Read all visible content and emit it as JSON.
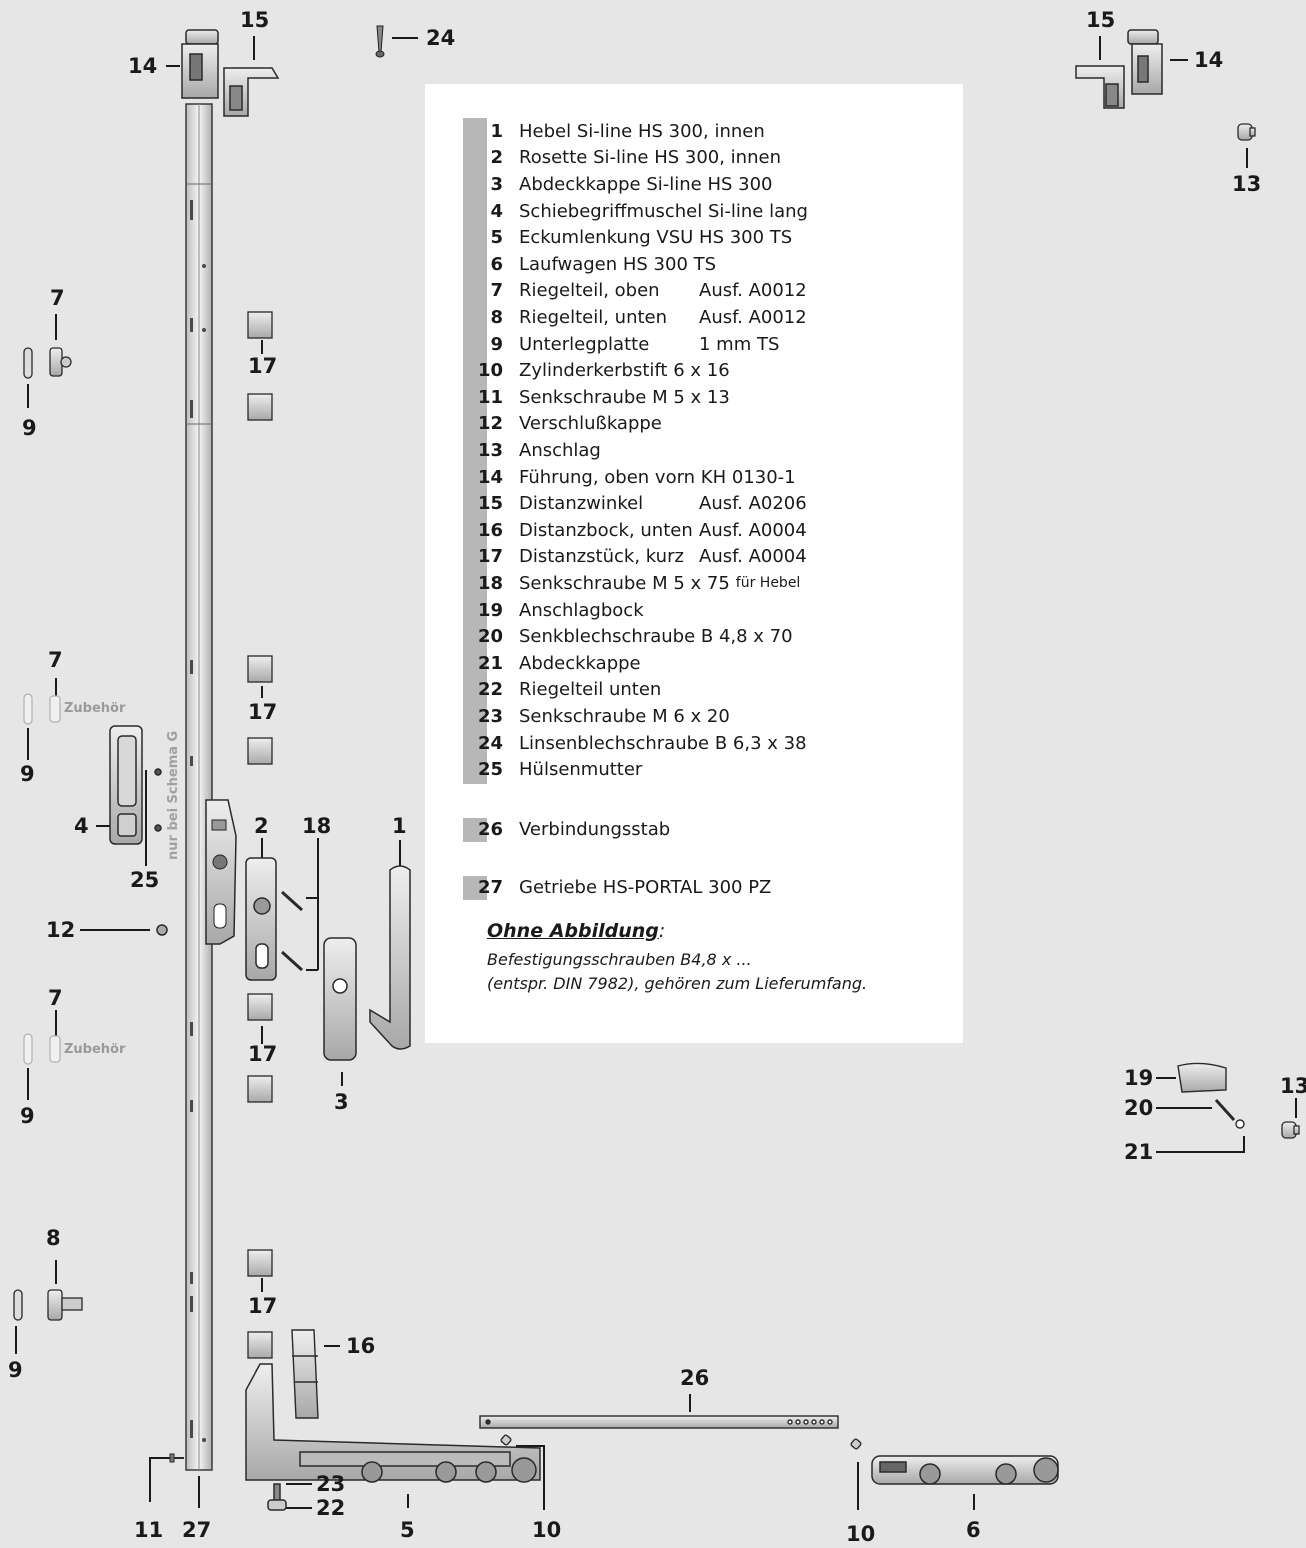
{
  "legend": {
    "items": [
      {
        "num": "1",
        "text": "Hebel Si-line HS 300, innen",
        "ext": ""
      },
      {
        "num": "2",
        "text": "Rosette Si-line HS 300, innen",
        "ext": ""
      },
      {
        "num": "3",
        "text": "Abdeckkappe Si-line HS 300",
        "ext": ""
      },
      {
        "num": "4",
        "text": "Schiebegriffmuschel Si-line lang",
        "ext": ""
      },
      {
        "num": "5",
        "text": "Eckumlenkung VSU HS 300 TS",
        "ext": ""
      },
      {
        "num": "6",
        "text": "Laufwagen HS 300 TS",
        "ext": ""
      },
      {
        "num": "7",
        "text": "Riegelteil, oben",
        "ext": "Ausf. A0012"
      },
      {
        "num": "8",
        "text": "Riegelteil, unten",
        "ext": "Ausf. A0012"
      },
      {
        "num": "9",
        "text": "Unterlegplatte",
        "ext": "1 mm TS"
      },
      {
        "num": "10",
        "text": "Zylinderkerbstift 6 x 16",
        "ext": ""
      },
      {
        "num": "11",
        "text": "Senkschraube M 5 x 13",
        "ext": ""
      },
      {
        "num": "12",
        "text": "Verschlußkappe",
        "ext": ""
      },
      {
        "num": "13",
        "text": "Anschlag",
        "ext": ""
      },
      {
        "num": "14",
        "text": "Führung, oben vorn KH 0130-1",
        "ext": ""
      },
      {
        "num": "15",
        "text": "Distanzwinkel",
        "ext": "Ausf. A0206"
      },
      {
        "num": "16",
        "text": "Distanzbock, unten",
        "ext": "Ausf. A0004"
      },
      {
        "num": "17",
        "text": "Distanzstück, kurz",
        "ext": "Ausf. A0004"
      },
      {
        "num": "18",
        "text": "Senkschraube M 5 x 75",
        "ext": "für Hebel"
      },
      {
        "num": "19",
        "text": "Anschlagbock",
        "ext": ""
      },
      {
        "num": "20",
        "text": "Senkblechschraube B 4,8 x 70",
        "ext": ""
      },
      {
        "num": "21",
        "text": "Abdeckkappe",
        "ext": ""
      },
      {
        "num": "22",
        "text": "Riegelteil unten",
        "ext": ""
      },
      {
        "num": "23",
        "text": "Senkschraube M 6 x 20",
        "ext": ""
      },
      {
        "num": "24",
        "text": "Linsenblechschraube B 6,3 x 38",
        "ext": ""
      },
      {
        "num": "25",
        "text": "Hülsenmutter",
        "ext": ""
      }
    ],
    "item26": {
      "num": "26",
      "text": "Verbindungsstab"
    },
    "item27": {
      "num": "27",
      "text": "Getriebe HS-PORTAL 300 PZ"
    },
    "note_title": "Ohne Abbildung",
    "note_colon": ":",
    "note_line1": "Befestigungsschrauben B4,8 x ...",
    "note_line2": "(entspr. DIN 7982), gehören zum Lieferumfang."
  },
  "callouts": {
    "c15_left": "15",
    "c14_left": "14",
    "c24": "24",
    "c15_right": "15",
    "c14_right": "14",
    "c13_top": "13",
    "c7_a": "7",
    "c9_a": "9",
    "c17_a": "17",
    "c7_b": "7",
    "c9_b": "9",
    "c17_b": "17",
    "c4": "4",
    "c25": "25",
    "c2": "2",
    "c18": "18",
    "c1": "1",
    "c12": "12",
    "c7_c": "7",
    "c9_c": "9",
    "c17_c": "17",
    "c3": "3",
    "c19": "19",
    "c20": "20",
    "c21": "21",
    "c13_right": "13",
    "c8": "8",
    "c9_d": "9",
    "c17_d": "17",
    "c16": "16",
    "c26": "26",
    "c11": "11",
    "c27": "27",
    "c23": "23",
    "c22": "22",
    "c5": "5",
    "c10_a": "10",
    "c10_b": "10",
    "c6": "6"
  },
  "zubehoer": {
    "upper": "Zubehör",
    "lower": "Zubehör"
  },
  "vertical_note": "nur bei Schema G",
  "colors": {
    "background": "#e6e6e6",
    "legend_bg": "#ffffff",
    "legend_bar": "#b7b7b7",
    "part_fill": "#cfcfcf",
    "part_stroke": "#3a3a3a",
    "text": "#1a1a1a",
    "faded": "#a0a0a0"
  }
}
